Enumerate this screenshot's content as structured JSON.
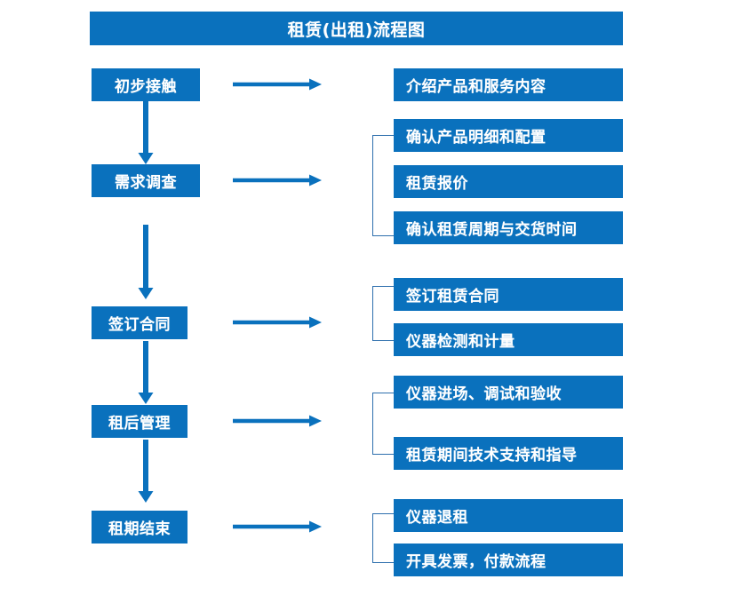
{
  "chart_data": {
    "type": "diagram",
    "title": "租赁(出租)流程图",
    "diagram_kind": "flowchart",
    "orientation": "vertical-with-right-branches",
    "accent_color": "#0a71bd",
    "bracket_color": "#2e6fad",
    "background": "#ffffff",
    "stages": [
      {
        "label": "初步接触",
        "details": [
          "介绍产品和服务内容"
        ]
      },
      {
        "label": "需求调查",
        "details": [
          "确认产品明细和配置",
          "租赁报价",
          "确认租赁周期与交货时间"
        ]
      },
      {
        "label": "签订合同",
        "details": [
          "签订租赁合同",
          "仪器检测和计量"
        ]
      },
      {
        "label": "租后管理",
        "details": [
          "仪器进场、调试和验收",
          "租赁期间技术支持和指导"
        ]
      },
      {
        "label": "租期结束",
        "details": [
          "仪器退租",
          "开具发票，付款流程"
        ]
      }
    ]
  },
  "header": {
    "title": "租赁(出租)流程图"
  },
  "stages": [
    {
      "id": "stage-1",
      "label": "初步接触",
      "arrow_name": "arrow-right-stage-1",
      "has_bracket": false,
      "details": [
        {
          "label": "介绍产品和服务内容"
        }
      ]
    },
    {
      "id": "stage-2",
      "label": "需求调查",
      "arrow_name": "arrow-right-stage-2",
      "has_bracket": true,
      "details": [
        {
          "label": "确认产品明细和配置"
        },
        {
          "label": "租赁报价"
        },
        {
          "label": "确认租赁周期与交货时间"
        }
      ]
    },
    {
      "id": "stage-3",
      "label": "签订合同",
      "arrow_name": "arrow-right-stage-3",
      "has_bracket": true,
      "details": [
        {
          "label": "签订租赁合同"
        },
        {
          "label": "仪器检测和计量"
        }
      ]
    },
    {
      "id": "stage-4",
      "label": "租后管理",
      "arrow_name": "arrow-right-stage-4",
      "has_bracket": true,
      "details": [
        {
          "label": "仪器进场、调试和验收"
        },
        {
          "label": "租赁期间技术支持和指导"
        }
      ]
    },
    {
      "id": "stage-5",
      "label": "租期结束",
      "arrow_name": "arrow-right-stage-5",
      "has_bracket": true,
      "details": [
        {
          "label": "仪器退租"
        },
        {
          "label": "开具发票，付款流程"
        }
      ]
    }
  ],
  "connectors": {
    "down_arrow_1_label": "初步接触 → 需求调查",
    "down_arrow_2_label": "需求调查 → 签订合同",
    "down_arrow_3_label": "签订合同 → 租后管理",
    "down_arrow_4_label": "租后管理 → 租期结束"
  }
}
